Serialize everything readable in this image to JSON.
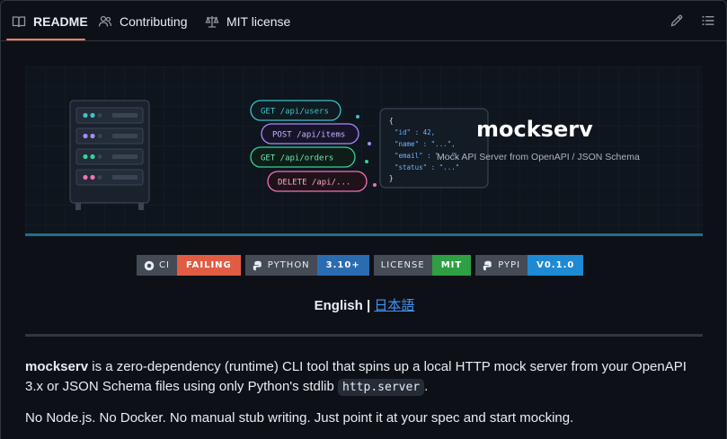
{
  "tabs": [
    {
      "label": "README",
      "icon": "book-icon"
    },
    {
      "label": "Contributing",
      "icon": "people-icon"
    },
    {
      "label": "MIT license",
      "icon": "law-icon"
    }
  ],
  "toolbar": {
    "edit_icon": "pencil-icon",
    "outline_icon": "list-icon"
  },
  "banner": {
    "title": "mockserv",
    "subtitle": "Mock API Server from OpenAPI / JSON Schema",
    "endpoints": [
      "GET /api/users",
      "POST /api/items",
      "GET /api/orders",
      "DELETE /api/..."
    ],
    "json_lines": [
      "{",
      "\"id\"   : 42,",
      "\"name\"  : \"...\",",
      "\"email\" : \"...\",",
      "\"status\" : \"...\"",
      "}"
    ]
  },
  "badges": [
    {
      "left": "CI",
      "right": "FAILING",
      "color": "#e05d44",
      "icon": "github-icon"
    },
    {
      "left": "PYTHON",
      "right": "3.10+",
      "color": "#2b6cb0",
      "icon": "python-icon"
    },
    {
      "left": "LICENSE",
      "right": "MIT",
      "color": "#2ea043",
      "icon": ""
    },
    {
      "left": "PYPI",
      "right": "V0.1.0",
      "color": "#1f8ad4",
      "icon": "python-icon"
    }
  ],
  "languages": {
    "current": "English",
    "separator": "|",
    "other": "日本語"
  },
  "intro": {
    "name": "mockserv",
    "text1": " is a zero-dependency (runtime) CLI tool that spins up a local HTTP mock server from your OpenAPI 3.x or JSON Schema files using only Python's stdlib ",
    "code": "http.server",
    "text2": "."
  },
  "tagline": "No Node.js. No Docker. No manual stub writing. Just point it at your spec and start mocking.",
  "colors": {
    "accent": "#f78166",
    "link": "#4493f8",
    "background": "#0d1117"
  }
}
